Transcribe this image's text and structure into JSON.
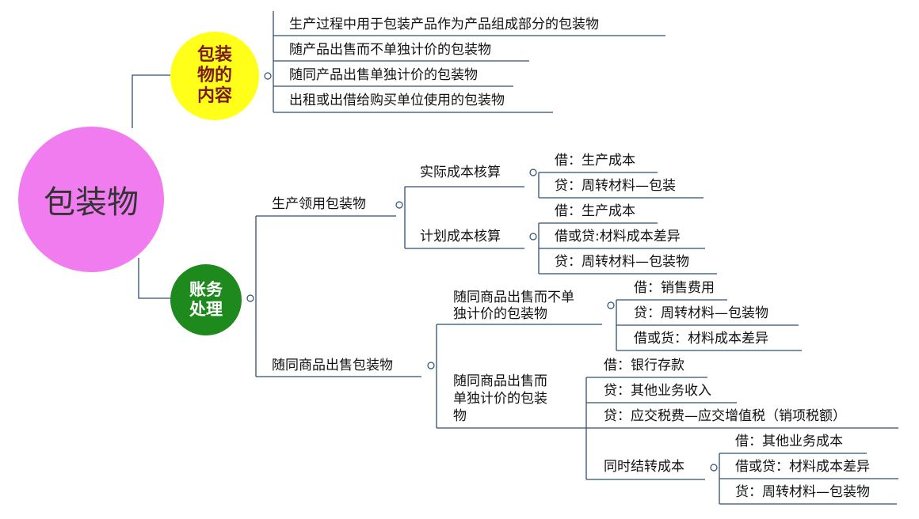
{
  "root": {
    "label": "包装物",
    "color": "#f07cf0"
  },
  "contents_node": {
    "label_lines": [
      "包装",
      "物的",
      "内容"
    ],
    "color": "#ffff1a",
    "text_color": "#7a1a1a"
  },
  "contents_items": [
    "生产过程中用于包装产品作为产品组成部分的包装物",
    "随产品出售而不单独计价的包装物",
    "随同产品出售单独计价的包装物",
    "出租或出借给购买单位使用的包装物"
  ],
  "accounting_node": {
    "label_lines": [
      "账务",
      "处理"
    ],
    "color": "#1e8a1e",
    "text_color": "#ffffff"
  },
  "production": {
    "label": "生产领用包装物",
    "actual": {
      "label": "实际成本核算",
      "entries": [
        "借：生产成本",
        "贷：周转材料—包装"
      ]
    },
    "plan": {
      "label": "计划成本核算",
      "entries": [
        "借：生产成本",
        "借或贷:材料成本差异",
        "贷：周转材料—包装物"
      ]
    }
  },
  "sales": {
    "label": "随同商品出售包装物",
    "not_priced": {
      "label_lines": [
        "随同商品出售而不单",
        "独计价的包装物"
      ],
      "entries": [
        "借：销售费用",
        "贷：周转材料—包装物",
        "借或货：材料成本差异"
      ]
    },
    "priced": {
      "label_lines": [
        "随同商品出售而",
        "单独计价的包装",
        "物"
      ],
      "entries": [
        "借：银行存款",
        "贷：其他业务收入",
        "贷：应交税费—应交增值税（销项税额）"
      ],
      "carry": {
        "label": "同时结转成本",
        "entries": [
          "借：其他业务成本",
          "借或贷：材料成本差异",
          "货：周转材料—包装物"
        ]
      }
    }
  },
  "colors": {
    "line": "#2f4f6f"
  }
}
